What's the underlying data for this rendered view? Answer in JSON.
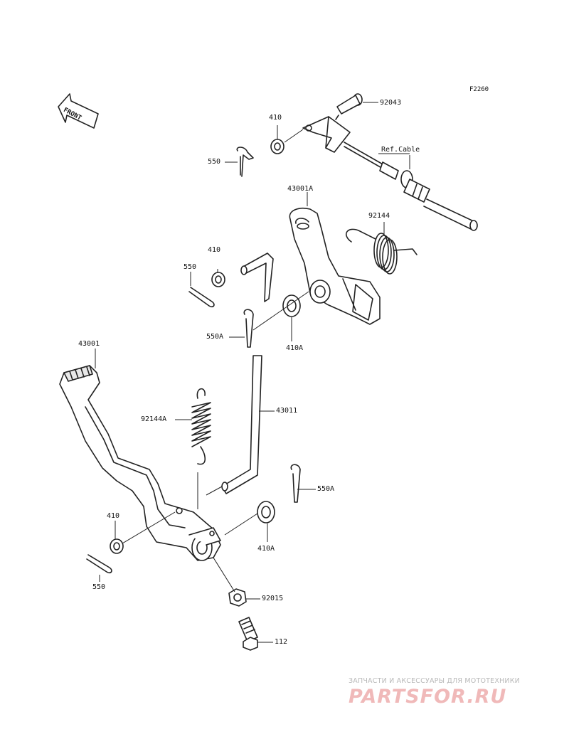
{
  "diagram": {
    "code": "F2260",
    "front_label": "FRONT",
    "labels": {
      "p92043": "92043",
      "p410_top": "410",
      "p550_top": "550",
      "ref_cable": "Ref.Cable",
      "p43001a": "43001A",
      "p92144": "92144",
      "p410_mid": "410",
      "p550_mid": "550",
      "p550a_mid": "550A",
      "p410a_mid": "410A",
      "p43001": "43001",
      "p43011": "43011",
      "p92144a": "92144A",
      "p550a_low": "550A",
      "p410_low": "410",
      "p410a_low": "410A",
      "p550_low": "550",
      "p92015": "92015",
      "p112": "112"
    }
  },
  "watermark": {
    "tagline": "ЗАПЧАСТИ И АКСЕССУАРЫ ДЛЯ МОТОТЕХНИКИ",
    "logo": "PARTSFOR.RU"
  }
}
